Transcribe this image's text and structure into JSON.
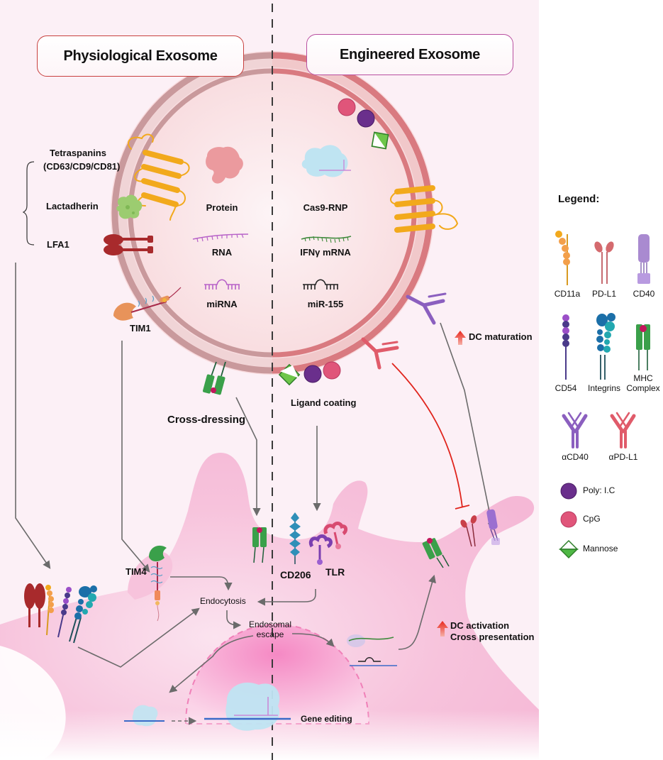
{
  "titles": {
    "physiological": "Physiological Exosome",
    "engineered": "Engineered Exosome"
  },
  "surface_markers": {
    "tetraspanins": "Tetraspanins",
    "tetraspanins_sub": "(CD63/CD9/CD81)",
    "lactadherin": "Lactadherin",
    "lfa1": "LFA1",
    "tim1": "TIM1"
  },
  "cargo_physiological": [
    {
      "label": "Protein",
      "icon": "protein-icon"
    },
    {
      "label": "RNA",
      "icon": "rna-icon"
    },
    {
      "label": "miRNA",
      "icon": "mirna-icon"
    }
  ],
  "cargo_engineered": [
    {
      "label": "Cas9-RNP",
      "icon": "cas9-rnp-icon"
    },
    {
      "label": "IFNγ mRNA",
      "icon": "mrna-icon"
    },
    {
      "label": "miR-155",
      "icon": "mir155-icon"
    }
  ],
  "processes": {
    "cross_dressing": "Cross-dressing",
    "ligand_coating": "Ligand coating",
    "dc_maturation": "DC maturation",
    "endocytosis": "Endocytosis",
    "endosomal_escape_1": "Endosomal",
    "endosomal_escape_2": "escape",
    "gene_editing": "Gene editing",
    "dc_activation": "DC activation",
    "cross_presentation": "Cross presentation"
  },
  "receptors": {
    "tim4": "TIM4",
    "cd206": "CD206",
    "tlr": "TLR"
  },
  "legend": {
    "title": "Legend:",
    "items": [
      {
        "label": "CD11a",
        "icon": "cd11a-icon",
        "color": "#f2a23a"
      },
      {
        "label": "PD-L1",
        "icon": "pd-l1-icon",
        "color": "#d46a6e"
      },
      {
        "label": "CD40",
        "icon": "cd40-icon",
        "color": "#a98ad0"
      },
      {
        "label": "CD54",
        "icon": "cd54-icon",
        "color": "#5b3f8e"
      },
      {
        "label": "Integrins",
        "icon": "integrins-icon",
        "color": "#1b7fa8"
      },
      {
        "label": "MHC",
        "label2": "Complex",
        "icon": "mhc-complex-icon",
        "color": "#3aa04a"
      },
      {
        "label": "αCD40",
        "icon": "anti-cd40-antibody-icon",
        "color": "#8b5fbf"
      },
      {
        "label": "αPD-L1",
        "icon": "anti-pd-l1-antibody-icon",
        "color": "#e05b6a"
      },
      {
        "label": "Poly: I.C",
        "icon": "poly-ic-sphere-icon",
        "color": "#6a2f8c"
      },
      {
        "label": "CpG",
        "icon": "cpg-sphere-icon",
        "color": "#e0557a"
      },
      {
        "label": "Mannose",
        "icon": "mannose-diamond-icon",
        "color": "#4fb845"
      }
    ]
  },
  "colors": {
    "membrane": "#d69aa0",
    "membrane_engineered": "#d9797e",
    "cell": "#f7c2dc",
    "nucleus": "#f49acb",
    "inhibition": "#e0241c",
    "arrow": "#6b6b6b",
    "up_arrow": "#e8261c"
  }
}
